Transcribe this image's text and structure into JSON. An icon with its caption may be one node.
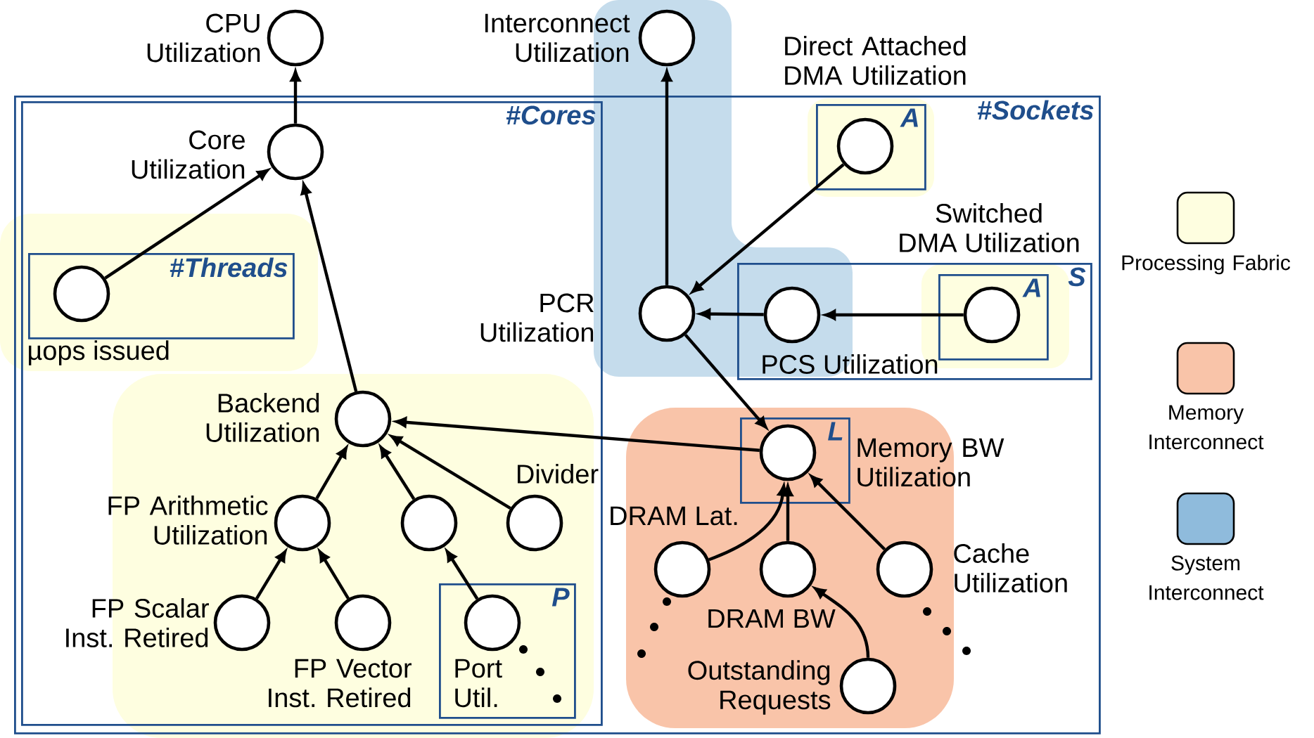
{
  "diagram": {
    "nodes": [
      {
        "text": [
          "#Sockets"
        ]
      },
      {
        "text": [
          "#Cores"
        ],
        "in": 0
      },
      {
        "text": [
          "#Threads"
        ],
        "in": 1
      },
      {
        "text": [
          "P"
        ],
        "in": 1
      },
      {
        "text": [
          "A"
        ],
        "in": 0
      },
      {
        "text": [
          "S"
        ],
        "in": 0
      },
      {
        "text": [
          "A"
        ],
        "in": 5
      },
      {
        "text": [
          "L"
        ],
        "in": 0
      },
      {
        "text": [],
        "shape": "circle",
        "beside": [
          "CPU Utilization"
        ]
      },
      {
        "text": [],
        "shape": "circle",
        "beside": [
          "Interconnect Utilization"
        ]
      },
      {
        "text": [],
        "shape": "circle",
        "beside": [
          "Core Utilization"
        ],
        "in": 1
      },
      {
        "text": [],
        "shape": "circle",
        "beside": [
          "µops issued"
        ],
        "in": 2
      },
      {
        "text": [],
        "shape": "circle",
        "beside": [
          "Backend Utilization"
        ],
        "in": 1
      },
      {
        "text": [],
        "shape": "circle",
        "beside": [
          "FP Arithmetic Utilization"
        ],
        "in": 1
      },
      {
        "text": [],
        "shape": "circle",
        "in": 1
      },
      {
        "text": [],
        "shape": "circle",
        "beside": [
          "Divider"
        ],
        "in": 1
      },
      {
        "text": [],
        "shape": "circle",
        "beside": [
          "FP Scalar Inst. Retired"
        ],
        "in": 1
      },
      {
        "text": [],
        "shape": "circle",
        "beside": [
          "FP Vector Inst. Retired"
        ],
        "in": 1
      },
      {
        "text": [],
        "shape": "circle",
        "beside": [
          "Port Util."
        ],
        "in": 3
      },
      {
        "text": [],
        "shape": "circle",
        "beside": [
          "Direct Attached DMA Utilization"
        ],
        "in": 4
      },
      {
        "text": [],
        "shape": "circle",
        "beside": [
          "PCR Utilization"
        ],
        "in": 0
      },
      {
        "text": [],
        "shape": "circle",
        "beside": [
          "PCS Utilization"
        ],
        "in": 5
      },
      {
        "text": [],
        "shape": "circle",
        "beside": [
          "Switched DMA Utilization"
        ],
        "in": 6
      },
      {
        "text": [],
        "shape": "circle",
        "beside": [
          "Memory BW Utilization"
        ],
        "in": 7
      },
      {
        "text": [],
        "shape": "circle",
        "beside": [
          "DRAM Lat."
        ],
        "in": 0
      },
      {
        "text": [],
        "shape": "circle",
        "beside": [
          "DRAM BW"
        ],
        "in": 0
      },
      {
        "text": [],
        "shape": "circle",
        "beside": [
          "Cache Utilization"
        ],
        "in": 0
      },
      {
        "text": [],
        "shape": "circle",
        "beside": [
          "Outstanding Requests"
        ],
        "in": 0
      }
    ],
    "edges": [
      {
        "from": 10,
        "to": 8,
        "arrow": "to"
      },
      {
        "from": 11,
        "to": 10,
        "arrow": "to"
      },
      {
        "from": 12,
        "to": 10,
        "arrow": "to"
      },
      {
        "from": 13,
        "to": 12,
        "arrow": "to"
      },
      {
        "from": 14,
        "to": 12,
        "arrow": "to"
      },
      {
        "from": 15,
        "to": 12,
        "arrow": "to"
      },
      {
        "from": 16,
        "to": 13,
        "arrow": "to"
      },
      {
        "from": 17,
        "to": 13,
        "arrow": "to"
      },
      {
        "from": 18,
        "to": 14,
        "arrow": "to"
      },
      {
        "from": 23,
        "to": 12,
        "arrow": "to"
      },
      {
        "from": 20,
        "to": 9,
        "arrow": "to"
      },
      {
        "from": 19,
        "to": 20,
        "arrow": "to"
      },
      {
        "from": 21,
        "to": 20,
        "arrow": "to"
      },
      {
        "from": 22,
        "to": 21,
        "arrow": "to"
      },
      {
        "from": 20,
        "to": 23,
        "arrow": "to"
      },
      {
        "from": 24,
        "to": 23,
        "arrow": "to"
      },
      {
        "from": 25,
        "to": 23,
        "arrow": "to"
      },
      {
        "from": 26,
        "to": 23,
        "arrow": "to"
      },
      {
        "from": 27,
        "to": 25,
        "arrow": "to"
      }
    ],
    "legend": [
      {
        "text": "Processing Fabric",
        "color": "#fefee0"
      },
      {
        "text": "Memory Interconnect",
        "color": "#f9c4a9"
      },
      {
        "text": "System Interconnect",
        "color": "#8fbbdc"
      }
    ]
  }
}
